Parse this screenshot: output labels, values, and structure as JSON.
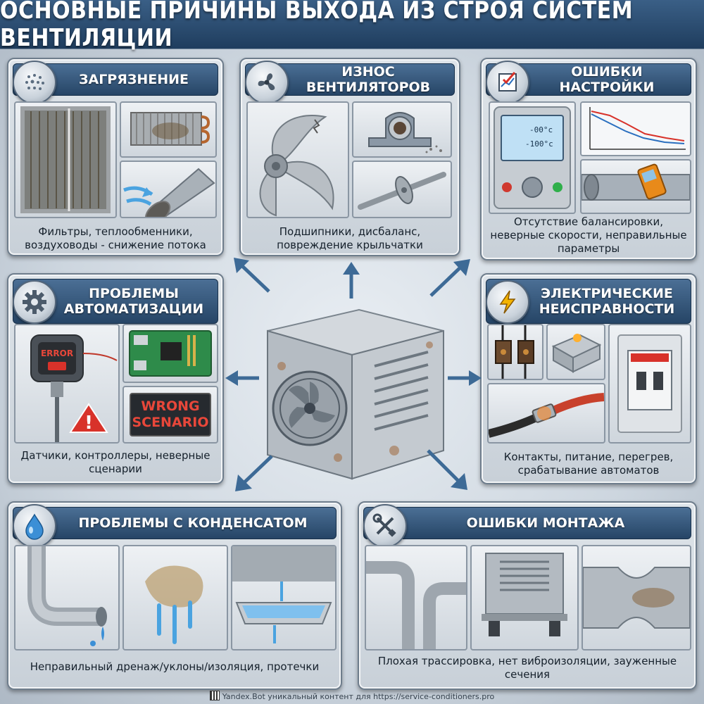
{
  "title": "ОСНОВНЫЕ ПРИЧИНЫ ВЫХОДА ИЗ СТРОЯ СИСТЕМ ВЕНТИЛЯЦИИ",
  "colors": {
    "header": "#2f5277",
    "arrow": "#3d6a96",
    "warning": "#d8322a",
    "lightning": "#f4b400"
  },
  "panels": {
    "pollution": {
      "title": "ЗАГРЯЗНЕНИЕ",
      "icon": "dust-dots-icon",
      "caption": "Фильтры, теплообменники, воздуховоды - снижение потока"
    },
    "fan_wear": {
      "title": "ИЗНОС ВЕНТИЛЯТОРОВ",
      "icon": "fan-icon",
      "caption": "Подшипники, дисбаланс, повреждение крыльчатки"
    },
    "settings": {
      "title": "ОШИБКИ НАСТРОЙКИ",
      "icon": "chart-check-icon",
      "caption": "Отсутствие балансировки, неверные скорости, неправильные параметры",
      "lcd": [
        "-00",
        "-100"
      ]
    },
    "automation": {
      "title": "ПРОБЛЕМЫ АВТОМАТИЗАЦИИ",
      "icon": "gear-icon",
      "caption": "Датчики, контроллеры, неверные сценарии",
      "error_label": "ERROR",
      "screen_text": "WRONG SCENARIO"
    },
    "electrical": {
      "title": "ЭЛЕКТРИЧЕСКИЕ НЕИСПРАВНОСТИ",
      "icon": "lightning-icon",
      "caption": "Контакты, питание, перегрев, срабатывание автоматов"
    },
    "condensate": {
      "title": "ПРОБЛЕМЫ С КОНДЕНСАТОМ",
      "icon": "water-drop-icon",
      "caption": "Неправильный дренаж/уклоны/изоляция, протечки"
    },
    "installation": {
      "title": "ОШИБКИ МОНТАЖА",
      "icon": "wrench-screwdriver-icon",
      "caption": "Плохая трассировка, нет виброизоляции, зауженные сечения"
    }
  },
  "footer": "Yandex.Bot уникальный контент для https://service-conditioners.pro"
}
